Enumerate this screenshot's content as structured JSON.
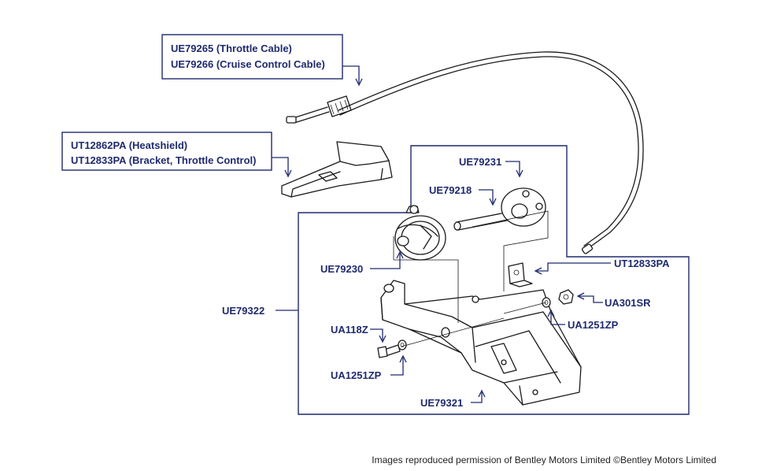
{
  "labels": {
    "throttle_cable": "UE79265 (Throttle Cable)",
    "cruise_cable": "UE79266 (Cruise Control Cable)",
    "heatshield": "UT12862PA (Heatshield)",
    "bracket": "UT12833PA (Bracket, Throttle Control)",
    "ue79231": "UE79231",
    "ue79218": "UE79218",
    "ue79230": "UE79230",
    "ut12833pa": "UT12833PA",
    "ua301sr": "UA301SR",
    "ue79322": "UE79322",
    "ua1251zp_right": "UA1251ZP",
    "ua118z": "UA118Z",
    "ua1251zp_left": "UA1251ZP",
    "ue79321": "UE79321"
  },
  "caption": "Images reproduced permission of Bentley Motors Limited ©Bentley Motors Limited",
  "colors": {
    "label": "#1f2a6e",
    "line_art": "#1a1a1a",
    "background": "#ffffff"
  }
}
